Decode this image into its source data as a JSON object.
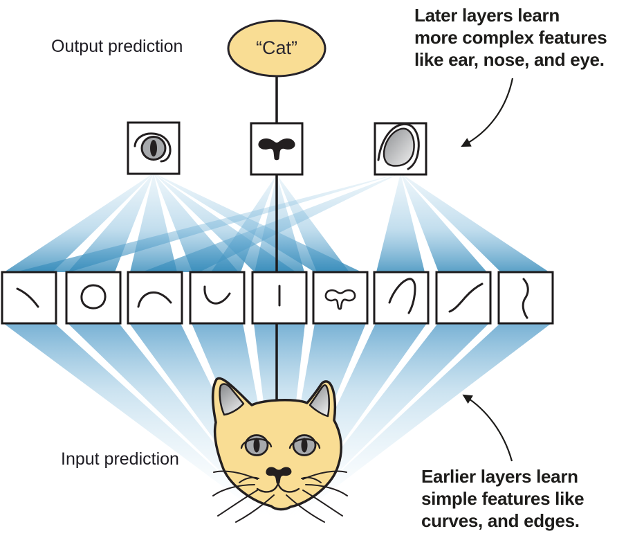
{
  "labels": {
    "output_prediction": "Output prediction",
    "input_prediction": "Input prediction",
    "cat_node": "“Cat”"
  },
  "annotations": {
    "later_layers": "Later layers learn\nmore complex features\nlike ear, nose, and eye.",
    "earlier_layers": "Earlier layers learn\nsimple features like\ncurves, and edges."
  },
  "network": {
    "output_node": "“Cat”",
    "complex_features": [
      "eye",
      "nose",
      "ear"
    ],
    "simple_features": [
      "diagonal-curve",
      "circle",
      "arch",
      "u-curve",
      "vertical-line",
      "nose-outline",
      "ear-outline",
      "s-curve",
      "wavy-vertical-line"
    ]
  },
  "colors": {
    "node_fill": "#F9DD94",
    "beam_blue": "#4C9BC8",
    "outline": "#231F20",
    "feature_gray": "#A7A9AC"
  }
}
